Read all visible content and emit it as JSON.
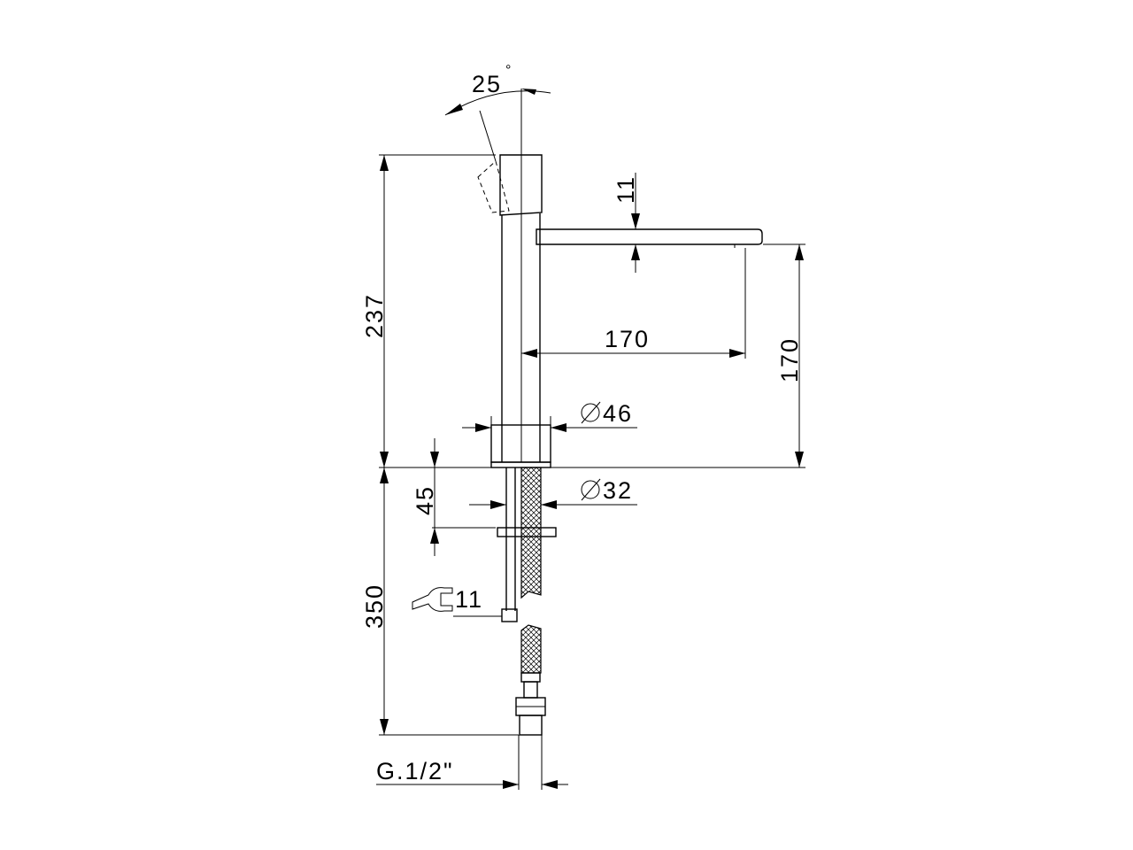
{
  "drawing": {
    "dimensions": {
      "angle": "25",
      "angle_unit": "°",
      "total_height": "237",
      "lever_gap": "11",
      "spout_reach": "170",
      "spout_height": "170",
      "body_diameter": "46",
      "shank_diameter": "32",
      "deck_thickness": "45",
      "below_deck": "350",
      "wrench_size": "11",
      "connection": "G.1/2\""
    },
    "symbols": {
      "diameter": "diameter-symbol",
      "wrench": "wrench-icon"
    }
  }
}
